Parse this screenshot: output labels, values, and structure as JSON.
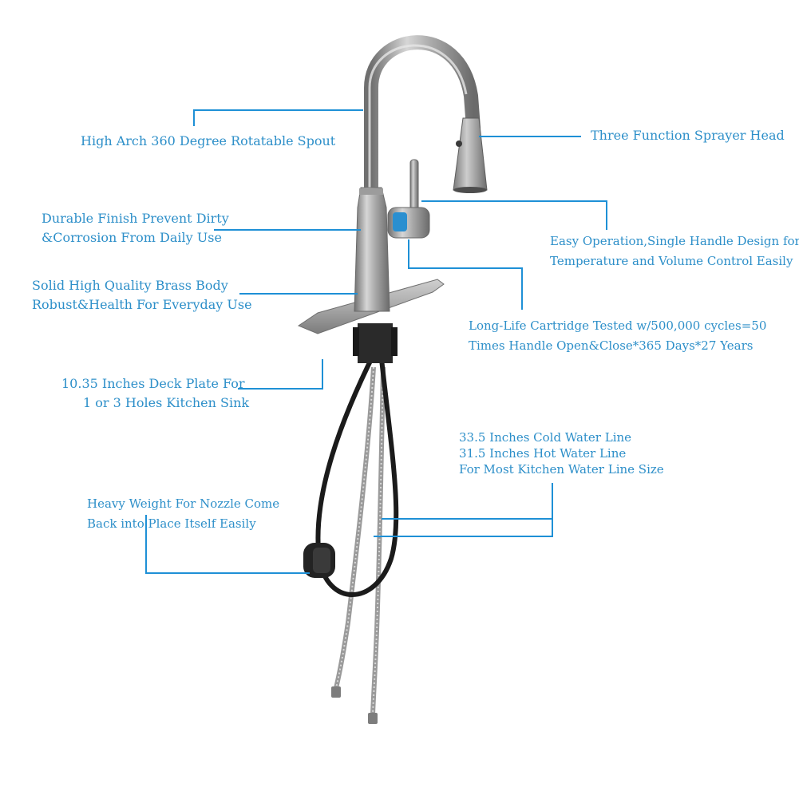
{
  "colors": {
    "callout_text": "#2d8fc9",
    "leader_line": "#1e90d6",
    "metal": "#8a8a8a",
    "hose_black": "#1b1b1b",
    "indicator_blue": "#2a8fd0"
  },
  "callouts": {
    "spout": {
      "lines": [
        "High Arch 360 Degree Rotatable Spout"
      ]
    },
    "sprayer": {
      "lines": [
        "Three Function Sprayer Head"
      ]
    },
    "finish": {
      "lines": [
        "Durable Finish Prevent Dirty",
        "&Corrosion From Daily Use"
      ]
    },
    "handle": {
      "lines": [
        "Easy Operation,Single Handle Design for",
        "Temperature and Volume Control Easily"
      ]
    },
    "brass": {
      "lines": [
        "Solid High Quality Brass Body",
        "Robust&Health For Everyday Use"
      ]
    },
    "cartridge": {
      "lines": [
        "Long-Life Cartridge Tested w/500,000 cycles=50",
        "Times  Handle Open&Close*365 Days*27 Years"
      ]
    },
    "deck": {
      "lines": [
        "10.35 Inches Deck Plate For",
        "1 or 3 Holes Kitchen Sink"
      ]
    },
    "waterline": {
      "lines": [
        "33.5 Inches Cold Water Line",
        "31.5 Inches Hot Water Line",
        "For Most Kitchen Water Line Size"
      ]
    },
    "weight": {
      "lines": [
        "Heavy Weight For Nozzle Come",
        "Back into Place Itself  Easily"
      ]
    }
  }
}
